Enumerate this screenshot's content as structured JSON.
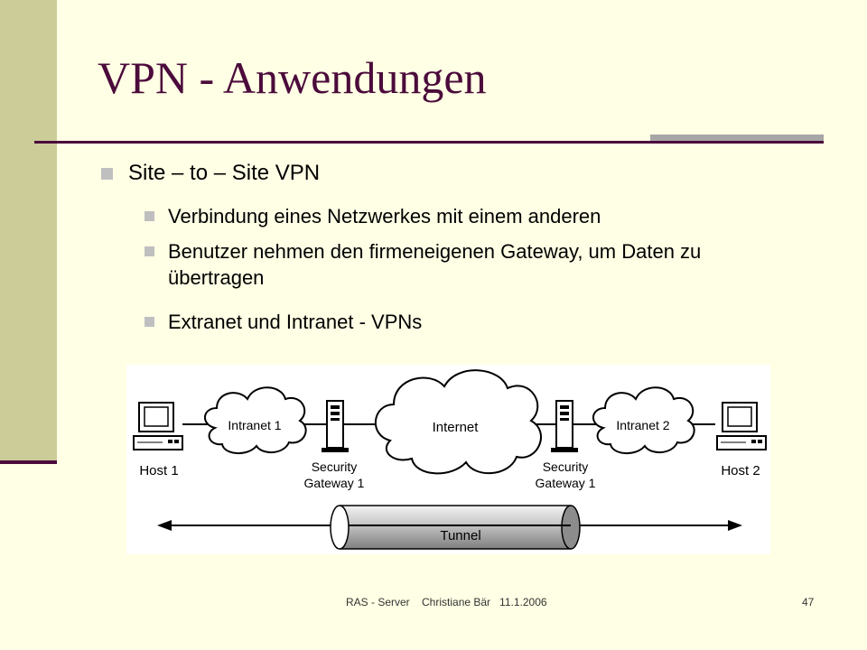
{
  "slide": {
    "title": "VPN - Anwendungen",
    "bullets": {
      "level1": "Site – to – Site VPN",
      "level2": [
        "Verbindung eines Netzwerkes mit einem anderen",
        "Benutzer nehmen den firmeneigenen Gateway, um Daten zu übertragen",
        "Extranet und Intranet - VPNs"
      ]
    },
    "diagram": {
      "host1": "Host 1",
      "intranet1": "Intranet 1",
      "gateway1_line1": "Security",
      "gateway1_line2": "Gateway 1",
      "internet": "Internet",
      "gateway2_line1": "Security",
      "gateway2_line2": "Gateway 1",
      "intranet2": "Intranet 2",
      "host2": "Host 2",
      "tunnel": "Tunnel"
    },
    "footer": "RAS - Server    Christiane Bär   11.1.2006",
    "page_number": "47"
  },
  "colors": {
    "background": "#FFFFE5",
    "side_band": "#CCCC99",
    "accent": "#4B0B3B",
    "accent_rule_grey": "#A6A6A6",
    "bullet": "#BFBFBF"
  }
}
